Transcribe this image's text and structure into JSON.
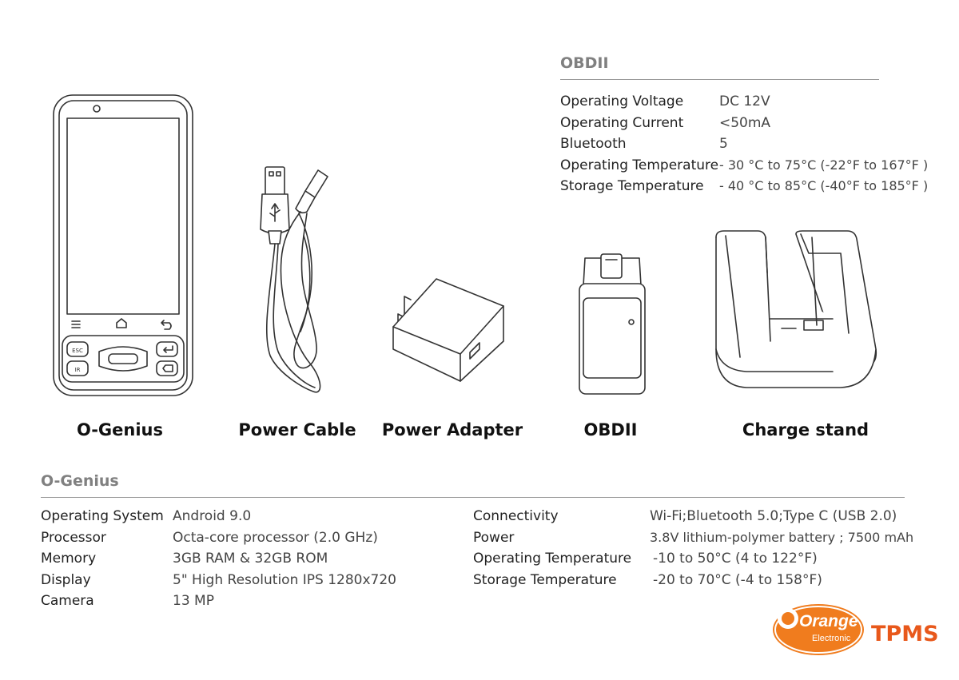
{
  "obdii_specs": {
    "title": "OBDII",
    "rows": [
      {
        "label": "Operating Voltage",
        "value": "DC 12V"
      },
      {
        "label": "Operating Current",
        "value": "<50mA"
      },
      {
        "label": "Bluetooth",
        "value": "5"
      },
      {
        "label": "Operating Temperature",
        "value": "- 30 °C to 75°C  (-22°F   to 167°F )"
      },
      {
        "label": "Storage Temperature",
        "value": "- 40 °C to 85°C  (-40°F   to 185°F )"
      }
    ]
  },
  "products": [
    {
      "name": "O-Genius",
      "icon": "handheld-device-icon"
    },
    {
      "name": "Power Cable",
      "icon": "usb-cable-icon"
    },
    {
      "name": "Power Adapter",
      "icon": "power-adapter-icon"
    },
    {
      "name": "OBDII",
      "icon": "obdii-dongle-icon"
    },
    {
      "name": "Charge stand",
      "icon": "charge-stand-icon"
    }
  ],
  "device_keys": {
    "esc": "ESC",
    "ir": "IR"
  },
  "ogenius_specs": {
    "title": "O-Genius",
    "left": [
      {
        "label": "Operating System",
        "value": "Android 9.0"
      },
      {
        "label": "Processor",
        "value": "Octa-core processor (2.0 GHz)"
      },
      {
        "label": "Memory",
        "value": "3GB RAM & 32GB ROM"
      },
      {
        "label": "Display",
        "value": "5\" High Resolution IPS 1280x720"
      },
      {
        "label": "Camera",
        "value": "13 MP"
      }
    ],
    "right": [
      {
        "label": "Connectivity",
        "value": "Wi-Fi;Bluetooth 5.0;Type C (USB 2.0)"
      },
      {
        "label": "Power",
        "value": "3.8V lithium-polymer battery ; 7500 mAh"
      },
      {
        "label": "Operating Temperature",
        "value": "-10 to 50°C (4 to 122°F)"
      },
      {
        "label": "Storage Temperature",
        "value": "-20 to 70°C (-4 to 158°F)"
      }
    ]
  },
  "logo": {
    "brand": "Orange",
    "sub": "Electronic",
    "tag": "TPMS",
    "brand_color": "#f07c1e",
    "tag_color": "#e8581b"
  }
}
